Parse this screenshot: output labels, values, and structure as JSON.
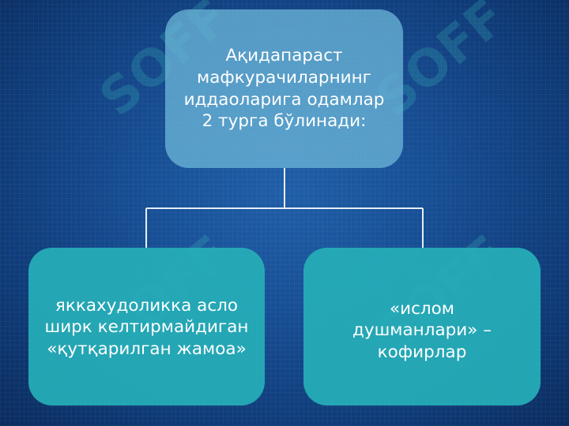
{
  "diagram": {
    "top_node": {
      "lines": [
        "Ақидапараст",
        "мафкурачиларнинг",
        "иддаоларига одамлар",
        "2 турга бўлинади:"
      ]
    },
    "left_node": {
      "text": "яккахудоликка асло\nширк келтирмайдиган\n«қутқарилган жамоа»"
    },
    "right_node": {
      "text": "«ислом\nдушманлари» –\nкофирлар"
    },
    "watermark": {
      "text": "SOFF"
    },
    "colors": {
      "background": "#174f95",
      "top_node": "#69b4d6",
      "bottom_nodes": "#26afb9",
      "connector": "#ffffff"
    }
  }
}
